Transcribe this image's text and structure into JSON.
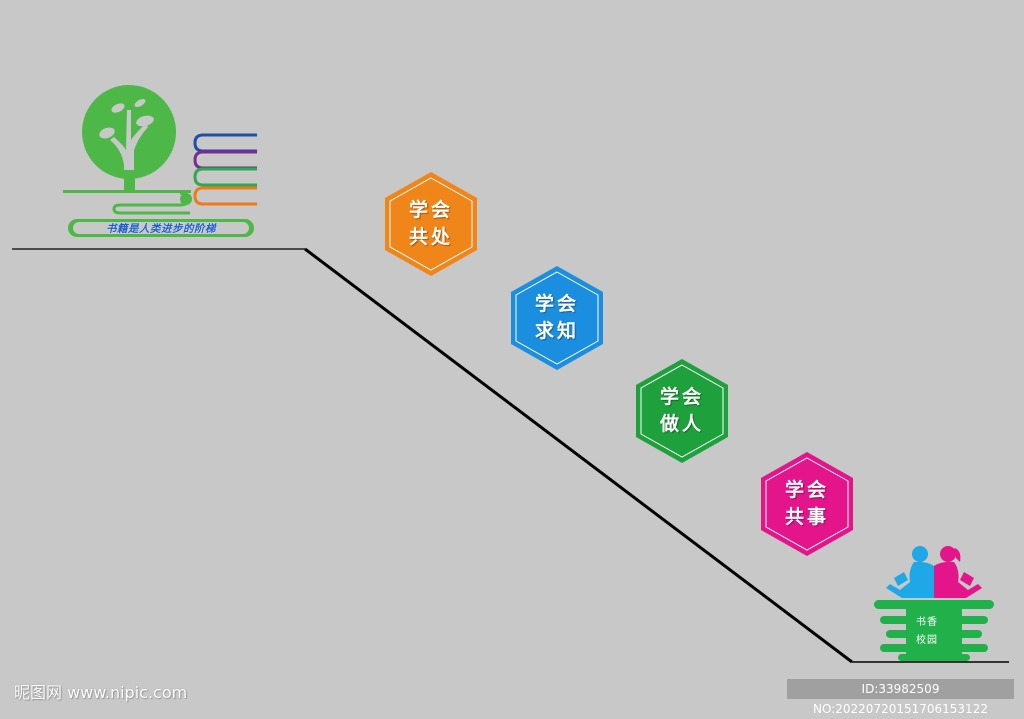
{
  "logo_tree": {
    "slogan": "书籍是人类进步的阶梯",
    "colors": {
      "tree": "#4db848",
      "book_blue": "#1f4fa8",
      "book_purple": "#7b2a8f",
      "book_green": "#2fa84f",
      "book_orange": "#f07a18"
    }
  },
  "steps": [
    {
      "line1": "学会",
      "line2": "共处",
      "color": "#f08519"
    },
    {
      "line1": "学会",
      "line2": "求知",
      "color": "#1c8ee0"
    },
    {
      "line1": "学会",
      "line2": "做人",
      "color": "#1ea03c"
    },
    {
      "line1": "学会",
      "line2": "共事",
      "color": "#e4148a"
    }
  ],
  "logo_campus": {
    "line1": "书香",
    "line2": "校园",
    "colors": {
      "boy": "#1ea8e8",
      "girl": "#e4148a",
      "base": "#22b04a"
    }
  },
  "staircase": {
    "color": "#000000"
  },
  "watermark": {
    "site": "昵图网 www.nipic.com",
    "id_text": "ID:33982509 NO:20220720151706153122"
  }
}
